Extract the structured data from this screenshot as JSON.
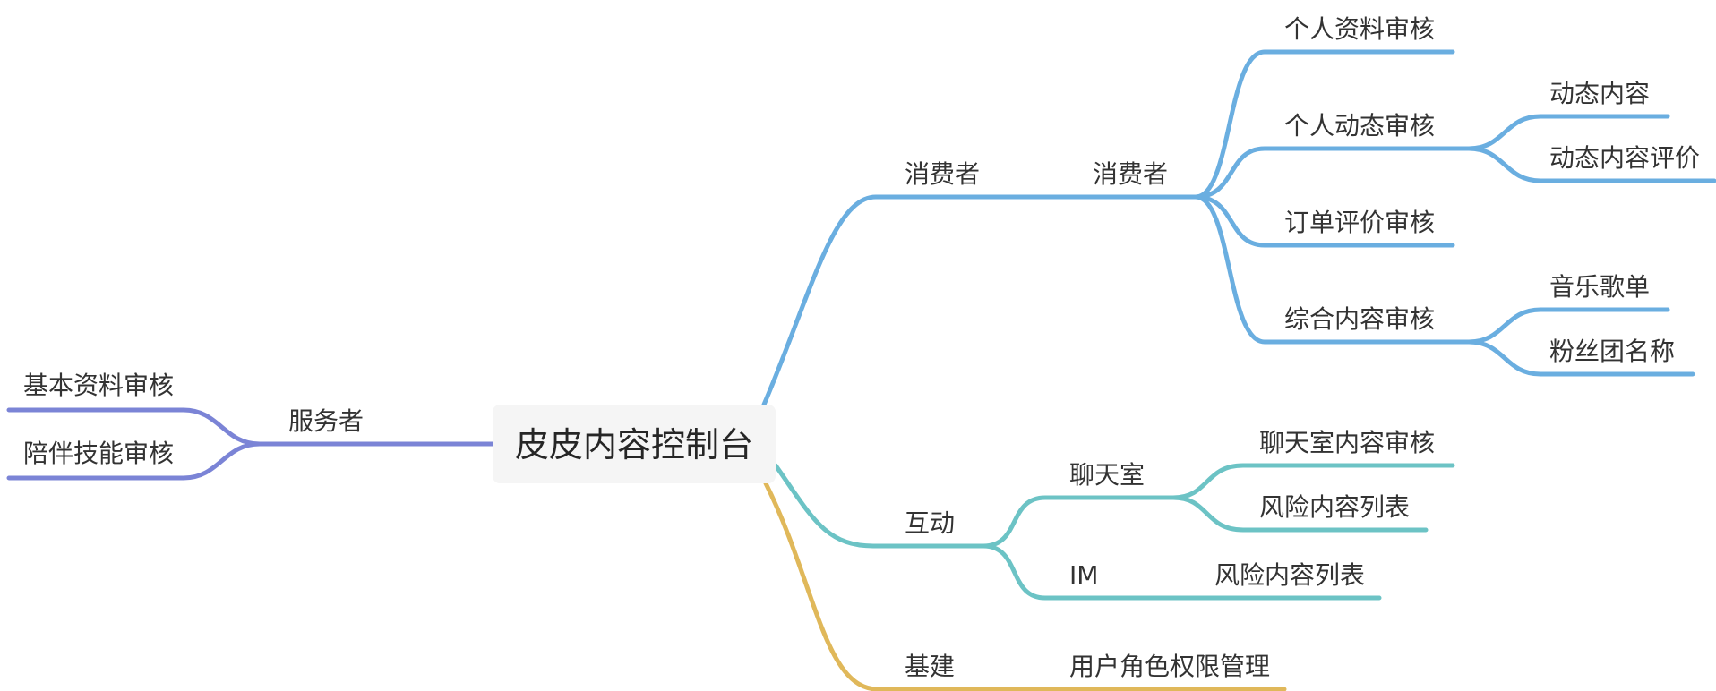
{
  "colors": {
    "consumer": "#6aaee0",
    "interaction": "#6cc3c5",
    "infrastructure": "#e0b85a",
    "provider": "#7b84d6",
    "root_box": "#f5f5f5"
  },
  "root": {
    "label": "皮皮内容控制台"
  },
  "provider": {
    "label": "服务者",
    "children": [
      "基本资料审核",
      "陪伴技能审核"
    ]
  },
  "consumer": {
    "label": "消费者",
    "sub": {
      "label": "消费者",
      "children": [
        {
          "label": "个人资料审核"
        },
        {
          "label": "个人动态审核",
          "children": [
            "动态内容",
            "动态内容评价"
          ]
        },
        {
          "label": "订单评价审核"
        },
        {
          "label": "综合内容审核",
          "children": [
            "音乐歌单",
            "粉丝团名称"
          ]
        }
      ]
    }
  },
  "interaction": {
    "label": "互动",
    "children": [
      {
        "label": "聊天室",
        "children": [
          "聊天室内容审核",
          "风险内容列表"
        ]
      },
      {
        "label": "IM",
        "children": [
          "风险内容列表"
        ]
      }
    ]
  },
  "infrastructure": {
    "label": "基建",
    "children": [
      "用户角色权限管理"
    ]
  }
}
